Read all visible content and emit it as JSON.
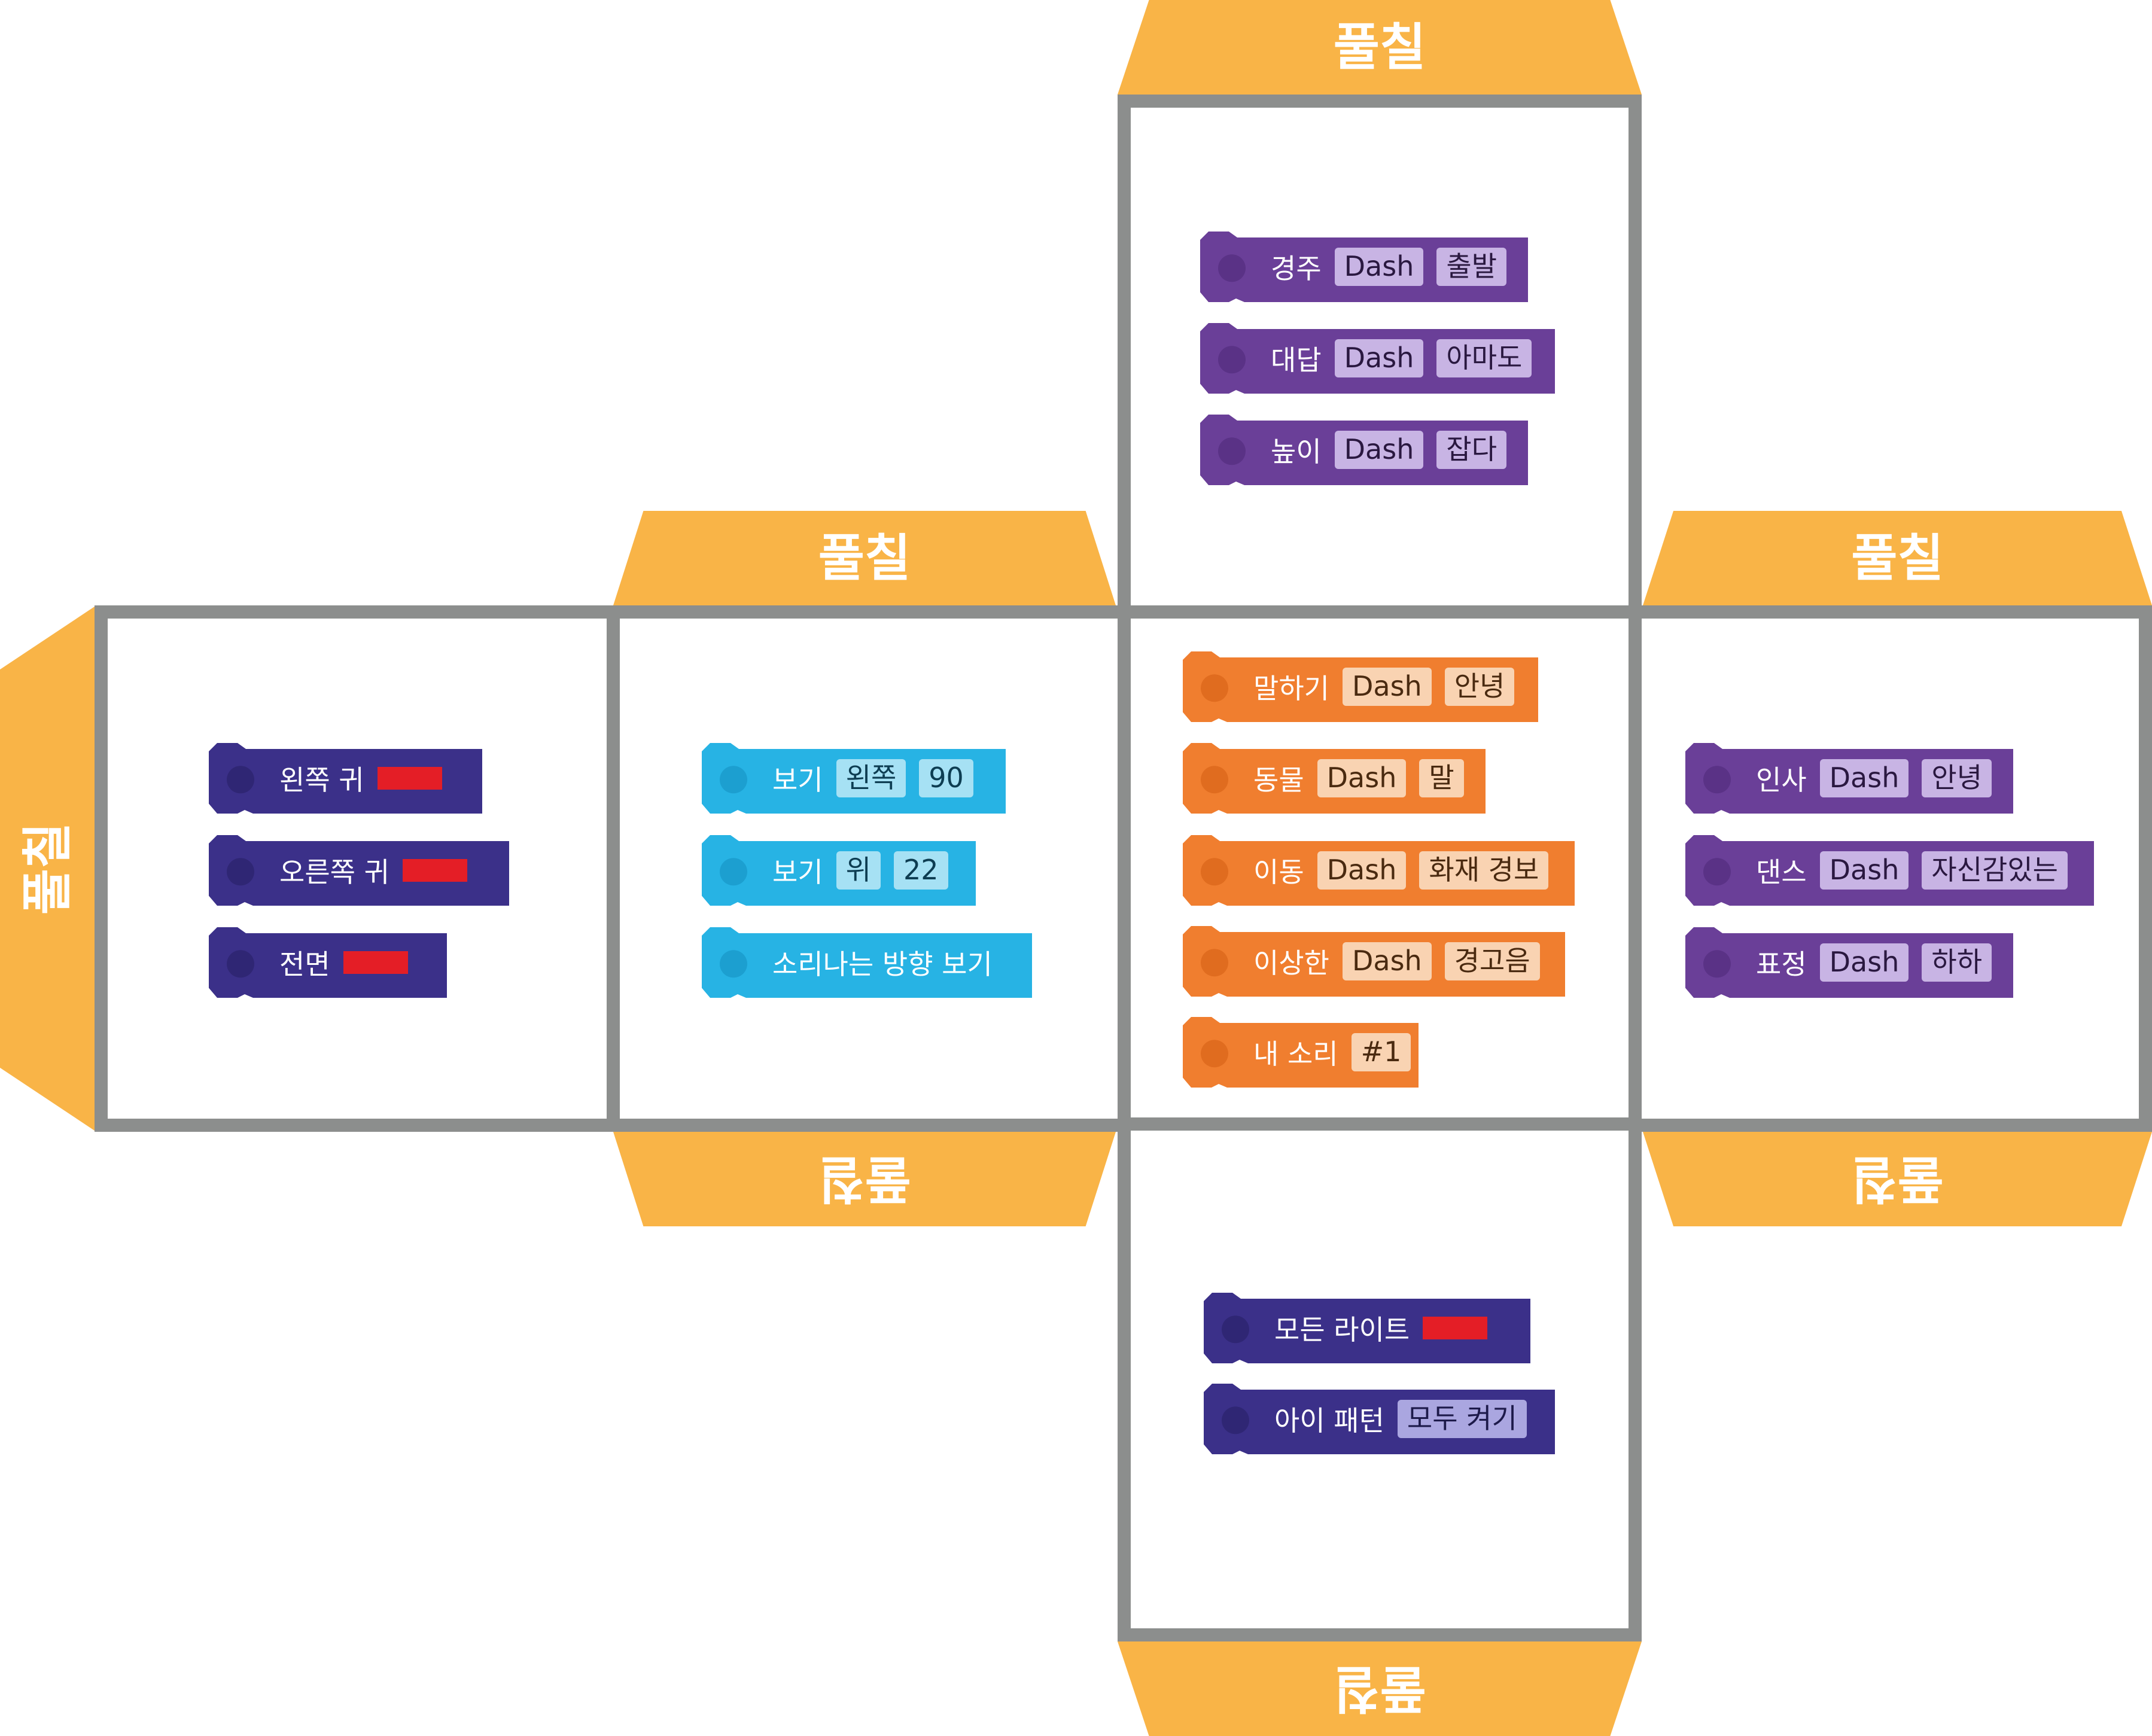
{
  "colors": {
    "flap": "#F9B447",
    "border": "#8C8E8D",
    "navy": "#3B3089",
    "purple": "#6A3F98",
    "orange": "#F07E2F",
    "cyan": "#27B3E4",
    "swatch_red": "#E41E26"
  },
  "flaps": {
    "top_center": "풀칠",
    "top_mid_left": "풀칠",
    "top_right": "풀칠",
    "left": "풀칠",
    "bottom_mid_left": "풀칠",
    "bottom_right": "풀칠",
    "bottom_center": "풀칠"
  },
  "faces": {
    "top": {
      "blocks": [
        {
          "label": "경주",
          "fields": [
            "Dash",
            "출발"
          ]
        },
        {
          "label": "대답",
          "fields": [
            "Dash",
            "아마도"
          ]
        },
        {
          "label": "높이",
          "fields": [
            "Dash",
            "잡다"
          ]
        }
      ]
    },
    "left": {
      "blocks": [
        {
          "label": "왼쪽 귀",
          "swatch": true
        },
        {
          "label": "오른쪽 귀",
          "swatch": true
        },
        {
          "label": "전면",
          "swatch": true
        }
      ]
    },
    "mid_left": {
      "blocks": [
        {
          "label": "보기",
          "fields": [
            "왼쪽",
            "90"
          ]
        },
        {
          "label": "보기",
          "fields": [
            "위",
            "22"
          ]
        },
        {
          "label": "소리나는 방향 보기"
        }
      ]
    },
    "center": {
      "blocks": [
        {
          "label": "말하기",
          "fields": [
            "Dash",
            "안녕"
          ]
        },
        {
          "label": "동물",
          "fields": [
            "Dash",
            "말"
          ]
        },
        {
          "label": "이동",
          "fields": [
            "Dash",
            "화재 경보"
          ]
        },
        {
          "label": "이상한",
          "fields": [
            "Dash",
            "경고음"
          ]
        },
        {
          "label": "내 소리",
          "fields": [
            "#1"
          ]
        }
      ]
    },
    "right": {
      "blocks": [
        {
          "label": "인사",
          "fields": [
            "Dash",
            "안녕"
          ]
        },
        {
          "label": "댄스",
          "fields": [
            "Dash",
            "자신감있는"
          ]
        },
        {
          "label": "표정",
          "fields": [
            "Dash",
            "하하"
          ]
        }
      ]
    },
    "bottom": {
      "blocks": [
        {
          "label": "모든 라이트",
          "swatch": true
        },
        {
          "label": "아이 패턴",
          "fields": [
            "모두 켜기"
          ]
        }
      ]
    }
  }
}
